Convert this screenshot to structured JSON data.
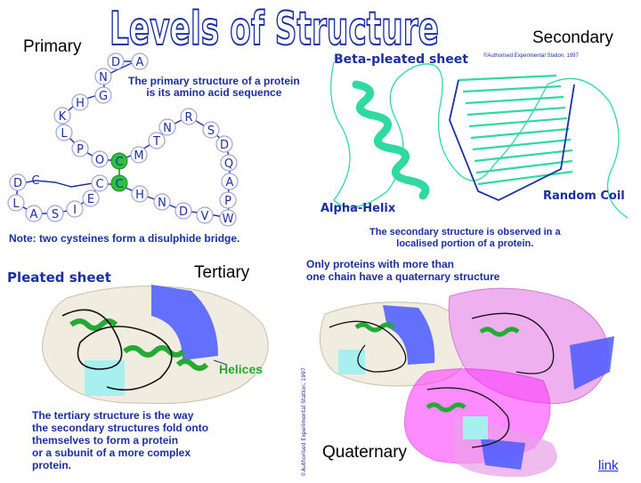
{
  "title": "Levels of Structure",
  "labels": {
    "primary": "Primary",
    "secondary": "Secondary",
    "tertiary": "Tertiary",
    "quaternary": "Quaternary",
    "link": "link"
  },
  "primary_panel": {
    "description_line1": "The primary structure of a protein",
    "description_line2": "is its amino acid sequence",
    "note": "Note: two cysteines form a disulphide bridge.",
    "residues": [
      "D",
      "A",
      "N",
      "G",
      "H",
      "K",
      "L",
      "P",
      "O",
      "C",
      "C",
      "M",
      "T",
      "N",
      "R",
      "S",
      "D",
      "Q",
      "A",
      "P",
      "W",
      "V",
      "D",
      "N",
      "H",
      "C",
      "E",
      "I",
      "S",
      "A",
      "L",
      "D",
      "C"
    ]
  },
  "secondary_panel": {
    "beta_label": "Beta-pleated sheet",
    "copyright": "©Authorised Experimental Station, 1997",
    "alpha_label": "Alpha-Helix",
    "random_label": "Random Coil",
    "caption_line1": "The secondary structure is observed in a",
    "caption_line2": "localised portion of a protein."
  },
  "tertiary_panel": {
    "pleated_label": "Pleated sheet",
    "helices_label": "Helices",
    "caption_line1": "The tertiary structure is the way",
    "caption_line2": "the secondary structures fold onto",
    "caption_line3": "themselves to form a protein",
    "caption_line4": "or a subunit of a more complex",
    "caption_line5": "protein."
  },
  "quaternary_panel": {
    "caption_line1": "Only proteins with more than",
    "caption_line2": "one chain have a quaternary structure"
  },
  "colors": {
    "title_outline": "#1a2fa0",
    "helix": "#2fd9a0",
    "sheet": "#3a6bff",
    "blob_pink": "#e8a0e8",
    "blob_magenta": "#ff30ff"
  }
}
